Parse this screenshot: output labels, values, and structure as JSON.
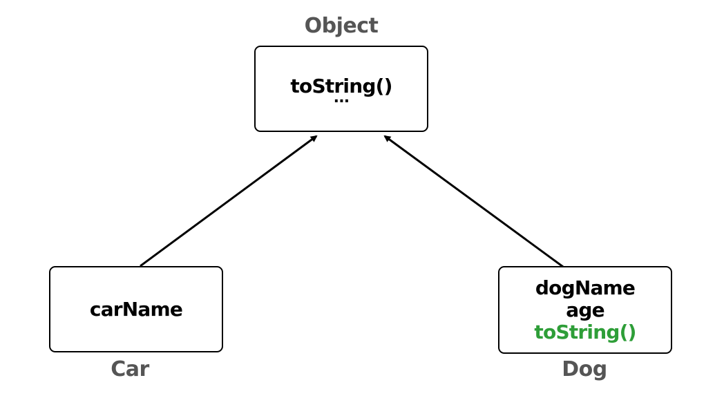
{
  "colors": {
    "line": "#000000",
    "caption": "#555555",
    "override": "#2e9e38"
  },
  "object_class": {
    "name": "Object",
    "members": [
      "toString()",
      "..."
    ]
  },
  "car_class": {
    "name": "Car",
    "members": [
      "carName"
    ]
  },
  "dog_class": {
    "name": "Dog",
    "members": [
      "dogName",
      "age",
      "toString()"
    ],
    "overridden_member": "toString()"
  },
  "relations": [
    {
      "from": "Car",
      "to": "Object",
      "type": "inheritance"
    },
    {
      "from": "Dog",
      "to": "Object",
      "type": "inheritance"
    }
  ]
}
